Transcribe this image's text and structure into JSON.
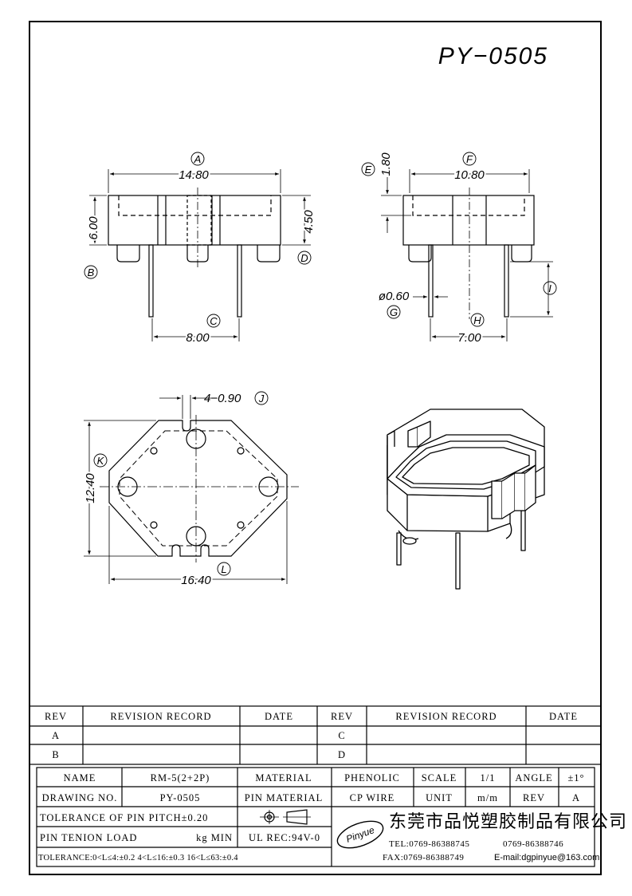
{
  "drawing": {
    "part_number": "PY−0505",
    "dimensions": {
      "A": {
        "label": "A",
        "value": "14.80"
      },
      "B": {
        "label": "B",
        "value": "6.00"
      },
      "C": {
        "label": "C",
        "value": "8.00"
      },
      "D": {
        "label": "D",
        "value": "4.50"
      },
      "E": {
        "label": "E",
        "value": "1.80"
      },
      "F": {
        "label": "F",
        "value": "10.80"
      },
      "G": {
        "label": "G",
        "value": "ø0.60"
      },
      "H": {
        "label": "H",
        "value": "7.00"
      },
      "I": {
        "label": "I",
        "value": ""
      },
      "J": {
        "label": "J",
        "value": "4−0.90"
      },
      "K": {
        "label": "K",
        "value": "12.40"
      },
      "L": {
        "label": "L",
        "value": "16.40"
      }
    }
  },
  "revision_table": {
    "headers": [
      "REV",
      "REVISION RECORD",
      "DATE",
      "REV",
      "REVISION RECORD",
      "DATE"
    ],
    "rows": [
      [
        "A",
        "",
        "",
        "C",
        "",
        ""
      ],
      [
        "B",
        "",
        "",
        "D",
        "",
        ""
      ]
    ]
  },
  "title_block": {
    "name_label": "NAME",
    "name_value": "RM-5(2+2P)",
    "material_label": "MATERIAL",
    "material_value": "PHENOLIC",
    "scale_label": "SCALE",
    "scale_value": "1/1",
    "angle_label": "ANGLE",
    "angle_value": "±1°",
    "drawing_no_label": "DRAWING NO.",
    "drawing_no_value": "PY-0505",
    "pin_material_label": "PIN MATERIAL",
    "pin_material_value": "CP WIRE",
    "unit_label": "UNIT",
    "unit_value": "m/m",
    "rev_label": "REV",
    "rev_value": "A",
    "tolerance_pitch": "TOLERANCE OF PIN PITCH±0.20",
    "pin_tension": "PIN TENION LOAD",
    "pin_tension_unit": "kg MIN",
    "ul_rec": "UL REC:94V-0",
    "tolerance_general": "TOLERANCE:0<L≤4:±0.2  4<L≤16:±0.3  16<L≤63:±0.4",
    "company_logo": "Pinyue",
    "company_name": "东莞市品悦塑胶制品有限公司",
    "tel": "TEL:0769-86388745",
    "tel2": "0769-86388746",
    "fax": "FAX:0769-86388749",
    "email": "E-mail:dgpinyue@163.com"
  }
}
